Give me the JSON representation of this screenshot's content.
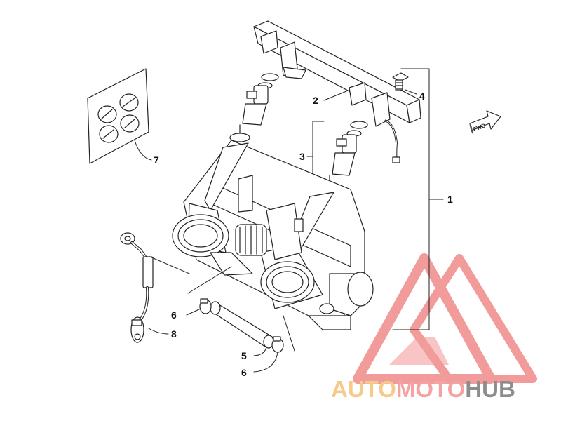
{
  "diagram": {
    "callouts": [
      {
        "id": "c1",
        "text": "1"
      },
      {
        "id": "c2",
        "text": "2"
      },
      {
        "id": "c3",
        "text": "3"
      },
      {
        "id": "c4",
        "text": "4"
      },
      {
        "id": "c5",
        "text": "5"
      },
      {
        "id": "c6a",
        "text": "6"
      },
      {
        "id": "c6b",
        "text": "6"
      },
      {
        "id": "c7",
        "text": "7"
      },
      {
        "id": "c8",
        "text": "8"
      }
    ],
    "fwd_label": "FWD"
  },
  "watermark": {
    "part1": "AUTO",
    "part2": "MOTO",
    "part3": "HUB",
    "colors": {
      "part1": "#f7c98a",
      "part2": "#f4a3a3",
      "part3": "#8d8d8d",
      "triangle": "#f08a8a"
    }
  }
}
